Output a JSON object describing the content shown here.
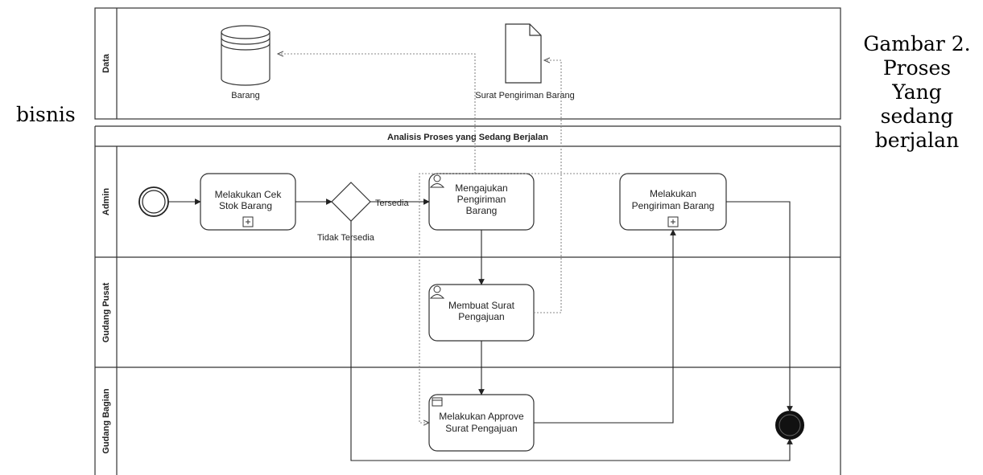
{
  "caption": {
    "left_word": "bisnis",
    "right_lines": [
      "Gambar 2.",
      "Proses",
      "Yang",
      "sedang",
      "berjalan"
    ]
  },
  "diagram": {
    "pool_title": "Analisis Proses yang Sedang Berjalan",
    "lanes": {
      "data": "Data",
      "admin": "Admin",
      "gudang_pusat": "Gudang Pusat",
      "gudang_bagian": "Gudang Bagian"
    },
    "data_objects": {
      "barang": "Barang",
      "surat": "Surat Pengiriman Barang"
    },
    "tasks": {
      "cek_stok": [
        "Melakukan Cek",
        "Stok Barang"
      ],
      "mengajukan": [
        "Mengajukan",
        "Pengiriman",
        "Barang"
      ],
      "pengiriman": [
        "Melakukan",
        "Pengiriman Barang"
      ],
      "membuat_surat": [
        "Membuat Surat",
        "Pengajuan"
      ],
      "approve": [
        "Melakukan Approve",
        "Surat Pengajuan"
      ]
    },
    "flow_labels": {
      "tersedia": "Tersedia",
      "tidak_tersedia": "Tidak Tersedia"
    }
  }
}
